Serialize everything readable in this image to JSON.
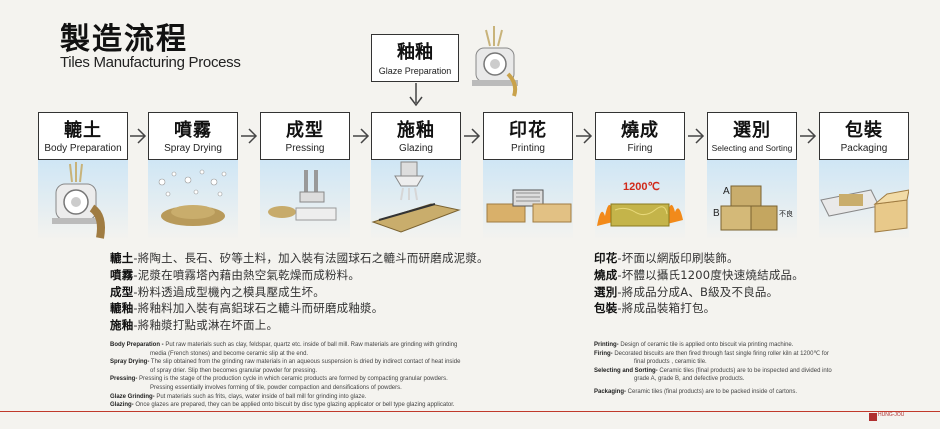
{
  "title": {
    "zh": "製造流程",
    "en": "Tiles Manufacturing Process"
  },
  "glaze_prep": {
    "zh": "釉釉",
    "en": "Glaze Preparation"
  },
  "steps": [
    {
      "zh": "轆土",
      "en": "Body Preparation"
    },
    {
      "zh": "噴霧",
      "en": "Spray Drying"
    },
    {
      "zh": "成型",
      "en": "Pressing"
    },
    {
      "zh": "施釉",
      "en": "Glazing"
    },
    {
      "zh": "印花",
      "en": "Printing"
    },
    {
      "zh": "燒成",
      "en": "Firing"
    },
    {
      "zh": "選別",
      "en": "Selecting and Sorting"
    },
    {
      "zh": "包裝",
      "en": "Packaging"
    }
  ],
  "firing_temp": "1200℃",
  "grade_labels": {
    "a": "A",
    "b": "B",
    "defect": "不良"
  },
  "desc_zh_left": [
    {
      "term": "轆土",
      "text": "-將陶土、長石、矽等土料，加入裝有法國球石之轆斗而研磨成泥漿。"
    },
    {
      "term": "噴霧",
      "text": "-泥漿在噴霧塔內藉由熱空氣乾燥而成粉料。"
    },
    {
      "term": "成型",
      "text": "-粉料透過成型機內之模具壓成生坏。"
    },
    {
      "term": "轆釉",
      "text": "-將釉料加入裝有高鋁球石之轆斗而研磨成釉漿。"
    },
    {
      "term": "施釉",
      "text": "-將釉漿打點或淋在坏面上。"
    }
  ],
  "desc_zh_right": [
    {
      "term": "印花",
      "text": "-坏面以網版印刷裝飾。"
    },
    {
      "term": "燒成",
      "text": "-坏體以攝氏1200度快速燒結成品。"
    },
    {
      "term": "選別",
      "text": "-將成品分成A、B級及不良品。"
    },
    {
      "term": "包裝",
      "text": "-將成品裝箱打包。"
    }
  ],
  "desc_en_left": [
    {
      "term": "Body Preparation -",
      "text": " Put raw materials such as clay, feldspar, quartz etc. inside of ball mill. Raw materials are grinding with grinding",
      "cont": "media  (French stones) and become ceramic slip at the end."
    },
    {
      "term": "Spray Drying-",
      "text": " The slip obtained from the grinding raw materials in an aqueous suspension is dried by indirect contact of heat inside",
      "cont": "of spray drier. Slip then becomes granular powder for pressing."
    },
    {
      "term": "Pressing-",
      "text": " Pressing is the stage of the production cycle in which ceramic products are formed by compacting granular powders.",
      "cont": "Pressing  essentially involves forming of tile, powder compaction and densifications of powders."
    },
    {
      "term": "Glaze Grinding-",
      "text": " Put materials such as frits, clays, water inside of ball mill for grinding into glaze.",
      "cont": ""
    },
    {
      "term": "Glazing-",
      "text": " Once glazes are prepared, they can be applied onto biscuit by disc type glazing applicator or bell type glazing applicator.",
      "cont": ""
    }
  ],
  "desc_en_right": [
    {
      "term": "Printing-",
      "text": " Design of ceramic tile is applied onto biscuit via printing machine.",
      "cont": ""
    },
    {
      "term": "Firing-",
      "text": " Decorated biscuits are then fired through fast single firing roller kiln at 1200℃ for",
      "cont": "final products  ,  ceramic tile."
    },
    {
      "term": "Selecting and Sorting-",
      "text": " Ceramic tiles (final products) are to be inspected and divided into",
      "cont": "grade A, grade B, and defective products."
    },
    {
      "term": "Packaging-",
      "text": " Ceramic tiles (final products) are to be packed inside of cartons.",
      "cont": ""
    }
  ],
  "brand": "HUNG-JOU",
  "colors": {
    "accent": "#c0392b",
    "panel_sky": "#cfe6f5",
    "arrow": "#444444"
  }
}
